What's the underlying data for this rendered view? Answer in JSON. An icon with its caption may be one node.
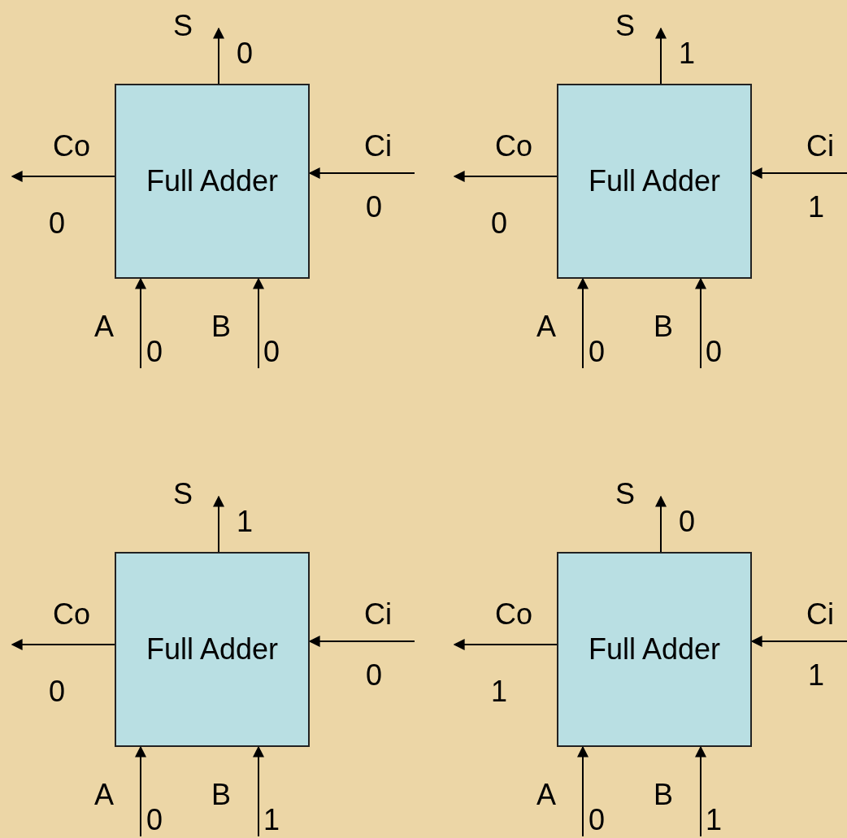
{
  "diagram": {
    "nodes": [
      {
        "text": [
          "Full Adder"
        ]
      },
      {
        "text": [
          "Full Adder"
        ]
      },
      {
        "text": [
          "Full Adder"
        ]
      },
      {
        "text": [
          "Full Adder"
        ]
      }
    ],
    "edges": [
      {
        "from": 0,
        "to": null,
        "arrow": "to"
      },
      {
        "from": 0,
        "to": null,
        "arrow": "to"
      },
      {
        "from": null,
        "to": 0,
        "arrow": "to"
      },
      {
        "from": null,
        "to": 0,
        "arrow": "to"
      },
      {
        "from": null,
        "to": 0,
        "arrow": "to"
      },
      {
        "from": 1,
        "to": null,
        "arrow": "to"
      },
      {
        "from": 1,
        "to": null,
        "arrow": "to"
      },
      {
        "from": null,
        "to": 1,
        "arrow": "to"
      },
      {
        "from": null,
        "to": 1,
        "arrow": "to"
      },
      {
        "from": null,
        "to": 1,
        "arrow": "to"
      },
      {
        "from": 2,
        "to": null,
        "arrow": "to"
      },
      {
        "from": 2,
        "to": null,
        "arrow": "to"
      },
      {
        "from": null,
        "to": 2,
        "arrow": "to"
      },
      {
        "from": null,
        "to": 2,
        "arrow": "to"
      },
      {
        "from": null,
        "to": 2,
        "arrow": "to"
      },
      {
        "from": 3,
        "to": null,
        "arrow": "to"
      },
      {
        "from": 3,
        "to": null,
        "arrow": "to"
      },
      {
        "from": null,
        "to": 3,
        "arrow": "to"
      },
      {
        "from": null,
        "to": 3,
        "arrow": "to"
      },
      {
        "from": null,
        "to": 3,
        "arrow": "to"
      }
    ],
    "labels": [
      "S",
      "0",
      "Co",
      "Ci",
      "0",
      "0",
      "A",
      "0",
      "B",
      "0",
      "S",
      "1",
      "Co",
      "Ci",
      "0",
      "1",
      "A",
      "0",
      "B",
      "0",
      "S",
      "1",
      "Co",
      "Ci",
      "0",
      "0",
      "A",
      "0",
      "B",
      "1",
      "S",
      "0",
      "Co",
      "Ci",
      "1",
      "1",
      "A",
      "0",
      "B",
      "1"
    ]
  }
}
